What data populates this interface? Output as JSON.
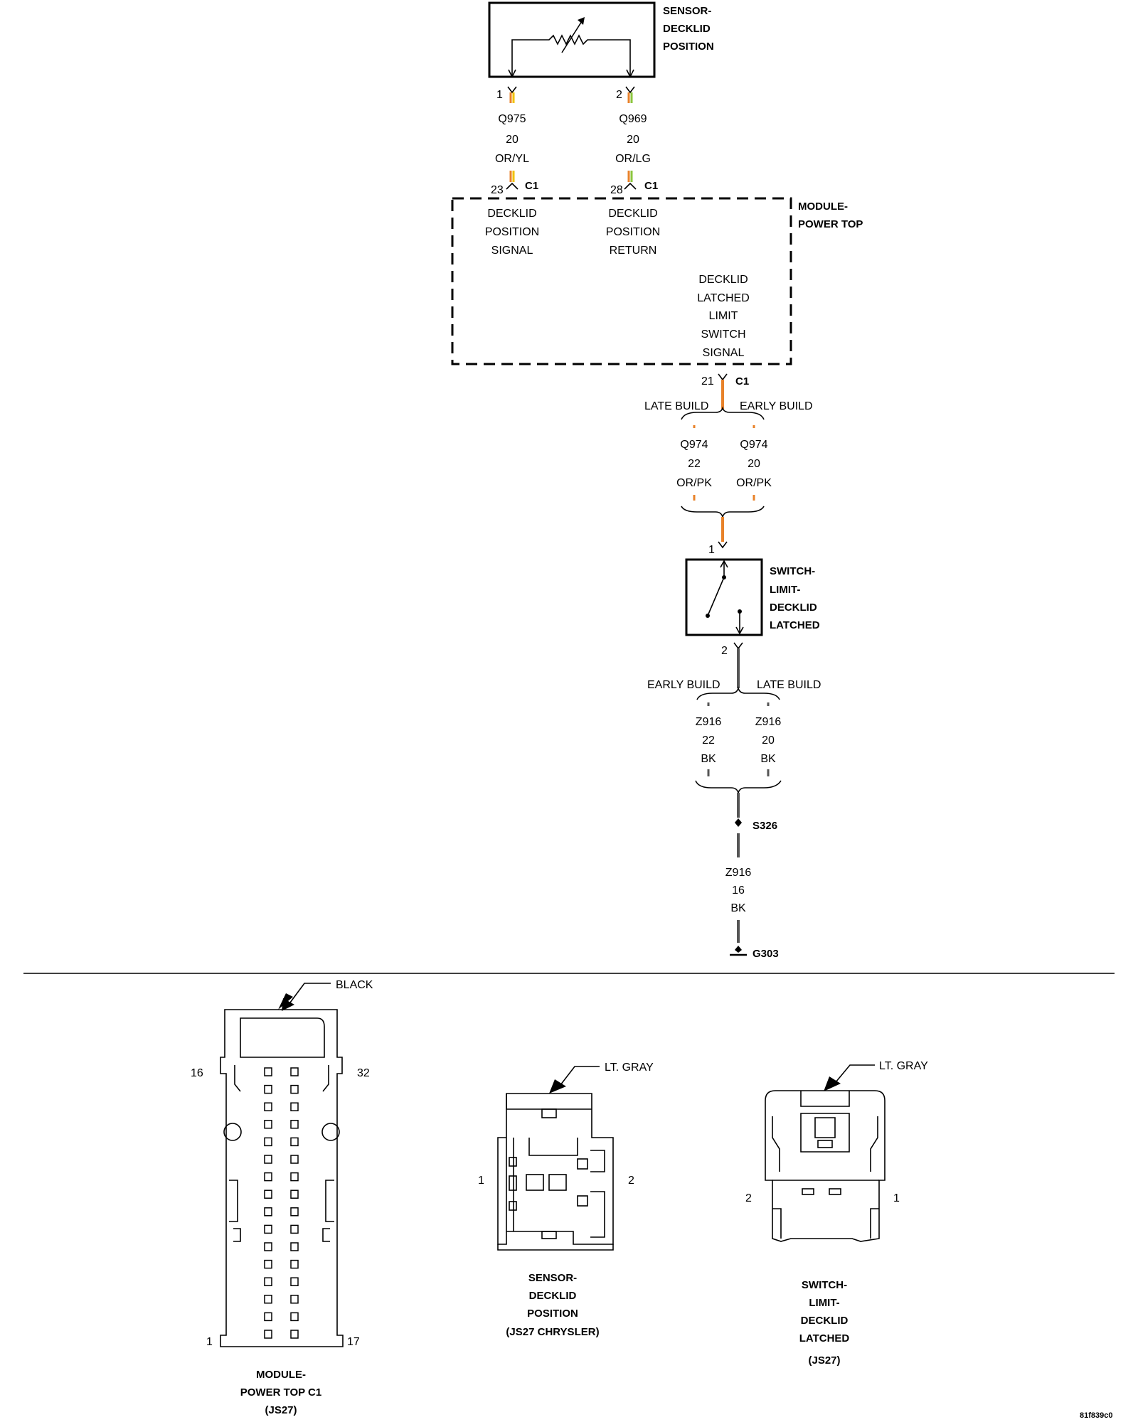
{
  "colors": {
    "orange": "#e8822a",
    "yellow": "#f2c200",
    "light_green": "#8cc63f",
    "black_wire": "#555555",
    "outline": "#000000"
  },
  "sensor": {
    "name_lines": [
      "SENSOR-",
      "DECKLID",
      "POSITION"
    ],
    "pin1": "1",
    "pin2": "2"
  },
  "wire_q975": {
    "circuit": "Q975",
    "gauge": "20",
    "color": "OR/YL",
    "cavity": "23",
    "connector": "C1"
  },
  "wire_q969": {
    "circuit": "Q969",
    "gauge": "20",
    "color": "OR/LG",
    "cavity": "28",
    "connector": "C1"
  },
  "module": {
    "name_lines": [
      "MODULE-",
      "POWER TOP"
    ],
    "func_signal": [
      "DECKLID",
      "POSITION",
      "SIGNAL"
    ],
    "func_return": [
      "DECKLID",
      "POSITION",
      "RETURN"
    ],
    "func_latched": [
      "DECKLID",
      "LATCHED",
      "LIMIT",
      "SWITCH",
      "SIGNAL"
    ],
    "cavity21": "21",
    "connector21": "C1"
  },
  "q974_split": {
    "late_label": "LATE BUILD",
    "early_label": "EARLY BUILD",
    "late": {
      "circuit": "Q974",
      "gauge": "22",
      "color": "OR/PK"
    },
    "early": {
      "circuit": "Q974",
      "gauge": "20",
      "color": "OR/PK"
    }
  },
  "switch": {
    "name_lines": [
      "SWITCH-",
      "LIMIT-",
      "DECKLID",
      "LATCHED"
    ],
    "pin1": "1",
    "pin2": "2"
  },
  "z916_split": {
    "early_label": "EARLY BUILD",
    "late_label": "LATE BUILD",
    "early": {
      "circuit": "Z916",
      "gauge": "22",
      "color": "BK"
    },
    "late": {
      "circuit": "Z916",
      "gauge": "20",
      "color": "BK"
    }
  },
  "splice": "S326",
  "ground_wire": {
    "circuit": "Z916",
    "gauge": "16",
    "color": "BK"
  },
  "ground": "G303",
  "connector_views": {
    "module_c1": {
      "color_label": "BLACK",
      "pin_16": "16",
      "pin_32": "32",
      "pin_1": "1",
      "pin_17": "17",
      "title_lines": [
        "MODULE-",
        "POWER TOP C1",
        "(JS27)"
      ]
    },
    "sensor": {
      "color_label": "LT. GRAY",
      "pin_1": "1",
      "pin_2": "2",
      "title_lines": [
        "SENSOR-",
        "DECKLID",
        "POSITION",
        "(JS27 CHRYSLER)"
      ]
    },
    "switch": {
      "color_label": "LT. GRAY",
      "pin_2": "2",
      "pin_1": "1",
      "title_lines": [
        "SWITCH-",
        "LIMIT-",
        "DECKLID",
        "LATCHED",
        "(JS27)"
      ]
    }
  },
  "figure_id": "81f839c0"
}
